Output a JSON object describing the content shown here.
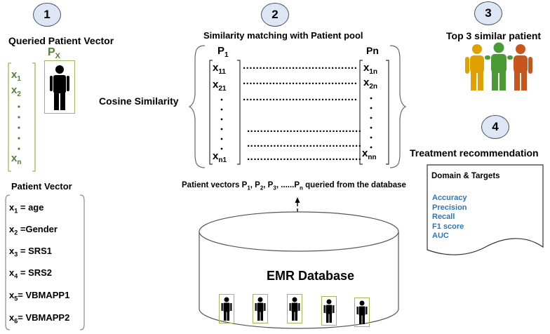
{
  "steps": [
    "1",
    "2",
    "3",
    "4"
  ],
  "step1": {
    "title": "Queried Patient Vector",
    "px_label": "P",
    "px_sub": "X",
    "vector": [
      "x",
      "1",
      "x",
      "2",
      "x",
      "n"
    ]
  },
  "patient_vector": {
    "title": "Patient Vector",
    "items": [
      {
        "x": "x",
        "sub": "1",
        "text": " = age"
      },
      {
        "x": "x",
        "sub": "2",
        "text": " =Gender"
      },
      {
        "x": "x",
        "sub": "3",
        "text": " = SRS1"
      },
      {
        "x": "x",
        "sub": "4",
        "text": " = SRS2"
      },
      {
        "x": "x",
        "sub": "5",
        "text": "= VBMAPP1"
      },
      {
        "x": "x",
        "sub": "6",
        "text": "= VBMAPP2"
      }
    ]
  },
  "step2": {
    "title": "Similarity matching with Patient pool",
    "cosine": "Cosine Similarity",
    "p1": "P",
    "p1_sub": "1",
    "pn": "Pn",
    "left_col": [
      {
        "x": "x",
        "sub": "11"
      },
      {
        "x": "x",
        "sub": "21"
      },
      {
        "x": "x",
        "sub": "n1"
      }
    ],
    "right_col": [
      {
        "x": "x",
        "sub": "1n"
      },
      {
        "x": "x",
        "sub": "2n"
      },
      {
        "x": "x",
        "sub": "nn"
      }
    ],
    "dotted": "...................................",
    "patient_vectors": {
      "prefix": "Patient vectors P",
      "s1": "1",
      "c1": ", P",
      "s2": "2",
      "c2": ", P",
      "s3": "3",
      "c3": ", ......P",
      "sn": "n",
      "suffix": " queried from the database"
    }
  },
  "database": {
    "label": "EMR Database"
  },
  "step3": {
    "title": "Top 3 similar patient"
  },
  "step4": {
    "title": "Treatment recommendation",
    "doc_title": "Domain & Targets",
    "metrics": [
      "Accuracy",
      "Precision",
      "Recall",
      "F1 score",
      "AUC"
    ]
  },
  "colors": {
    "green": "#538135",
    "blue": "#2e75b6",
    "circle_fill": "#dde6f2",
    "person_orange": "#e0a000",
    "person_green": "#4a9a36",
    "person_red": "#c8561c"
  },
  "icons": [
    "person-icon",
    "group-icon",
    "document-icon",
    "database-icon",
    "arrow-icon",
    "brace-icon"
  ]
}
